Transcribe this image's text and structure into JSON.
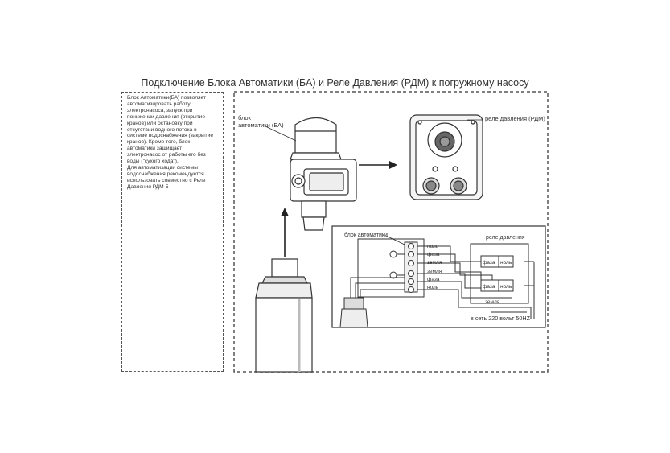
{
  "title": "Подключение Блока Автоматики (БА) и Реле Давления (РДМ) к погружному насосу",
  "description": "Блок Автоматики(БА)  позволяет\nавтоматизировать работу\nэлектронасоса, запуск при\nпонижении давления (открытие\nкранов) или остановку при\nотсутствии водного потока в\nсистеме водоснабжения (закрытие\nкранов). Кроме того, блок\nавтоматики  защищает\nэлектронасос от работы его без\nводы (\"сухого хода\").\nДля автоматизации системы\nводоснабжения рекомендуется\nиспользовать совместно с Реле\nДавления РДМ-5",
  "labels": {
    "ba_top": "блок\nавтоматики (БА)",
    "rdm_top": "реле давления (РДМ)",
    "wiring_ba": "блок автоматики",
    "wiring_rdm": "реле давления",
    "terminals": [
      "ноль",
      "фаза",
      "земля",
      "земля",
      "фаза",
      "ноль"
    ],
    "rdm_box_upper": [
      "фаза",
      "ноль"
    ],
    "rdm_box_lower": [
      "фаза",
      "ноль"
    ],
    "rdm_ground": "земля",
    "mains": "в сеть 220 вольт 50HZ"
  }
}
